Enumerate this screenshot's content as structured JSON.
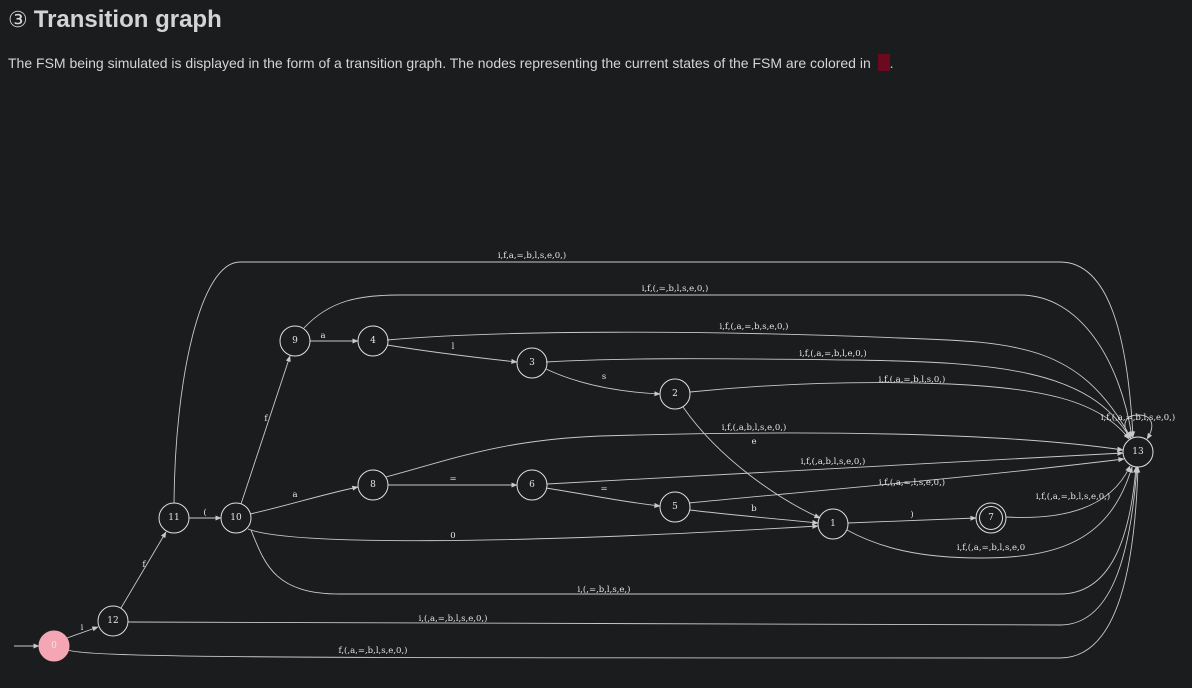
{
  "section": {
    "number": "③",
    "title": "Transition graph",
    "description": "The FSM being simulated is displayed in the form of a transition graph. The nodes representing the current states of the FSM are colored in",
    "description_end": ".",
    "current_state_color": "#6b0a1f"
  },
  "graph": {
    "colors": {
      "edge": "#c9c9c9",
      "node_stroke": "#e0e0e0",
      "current_fill": "#f4a6b4"
    },
    "start_state": "0",
    "current_states": [
      "0"
    ],
    "accepting_states": [
      "7"
    ],
    "nodes": [
      "0",
      "12",
      "11",
      "10",
      "9",
      "4",
      "3",
      "2",
      "8",
      "6",
      "5",
      "1",
      "7",
      "13"
    ],
    "edges": [
      {
        "from": "0",
        "to": "12",
        "label": "i"
      },
      {
        "from": "12",
        "to": "11",
        "label": "f"
      },
      {
        "from": "11",
        "to": "10",
        "label": "("
      },
      {
        "from": "10",
        "to": "9",
        "label": "f"
      },
      {
        "from": "9",
        "to": "4",
        "label": "a"
      },
      {
        "from": "4",
        "to": "3",
        "label": "l"
      },
      {
        "from": "3",
        "to": "2",
        "label": "s"
      },
      {
        "from": "2",
        "to": "1",
        "label": "e"
      },
      {
        "from": "10",
        "to": "8",
        "label": "a"
      },
      {
        "from": "8",
        "to": "6",
        "label": "="
      },
      {
        "from": "6",
        "to": "5",
        "label": "="
      },
      {
        "from": "5",
        "to": "1",
        "label": "b"
      },
      {
        "from": "10",
        "to": "1",
        "label": "0"
      },
      {
        "from": "1",
        "to": "7",
        "label": ")"
      },
      {
        "from": "11",
        "to": "13",
        "label": "i,f,a,=,b,l,s,e,0,)"
      },
      {
        "from": "9",
        "to": "13",
        "label": "i,f,(,=,b,l,s,e,0,)"
      },
      {
        "from": "4",
        "to": "13",
        "label": "i,f,(,a,=,b,s,e,0,)"
      },
      {
        "from": "3",
        "to": "13",
        "label": "i,f,(,a,=,b,l,e,0,)"
      },
      {
        "from": "2",
        "to": "13",
        "label": "i,f,(,a,=,b,l,s,0,)"
      },
      {
        "from": "8",
        "to": "13",
        "label": "i,f,(,a,b,l,s,e,0,)"
      },
      {
        "from": "6",
        "to": "13",
        "label": "i,f,(,a,b,l,s,e,0,)"
      },
      {
        "from": "5",
        "to": "13",
        "label": "i,f,(,a,=,l,s,e,0,)"
      },
      {
        "from": "7",
        "to": "13",
        "label": "i,f,(,a,=,b,l,s,e,0,)"
      },
      {
        "from": "1",
        "to": "13",
        "label": "i,f,(,a,=,b,l,s,e,0"
      },
      {
        "from": "10",
        "to": "13",
        "label": "i,(,=,b,l,s,e,)"
      },
      {
        "from": "12",
        "to": "13",
        "label": "i,(,a,=,b,l,s,e,0,)"
      },
      {
        "from": "0",
        "to": "13",
        "label": "f,(,a,=,b,l,s,e,0,)"
      },
      {
        "from": "13",
        "to": "13",
        "label": "i,f,(,a,=,b,l,s,e,0,)"
      }
    ]
  }
}
